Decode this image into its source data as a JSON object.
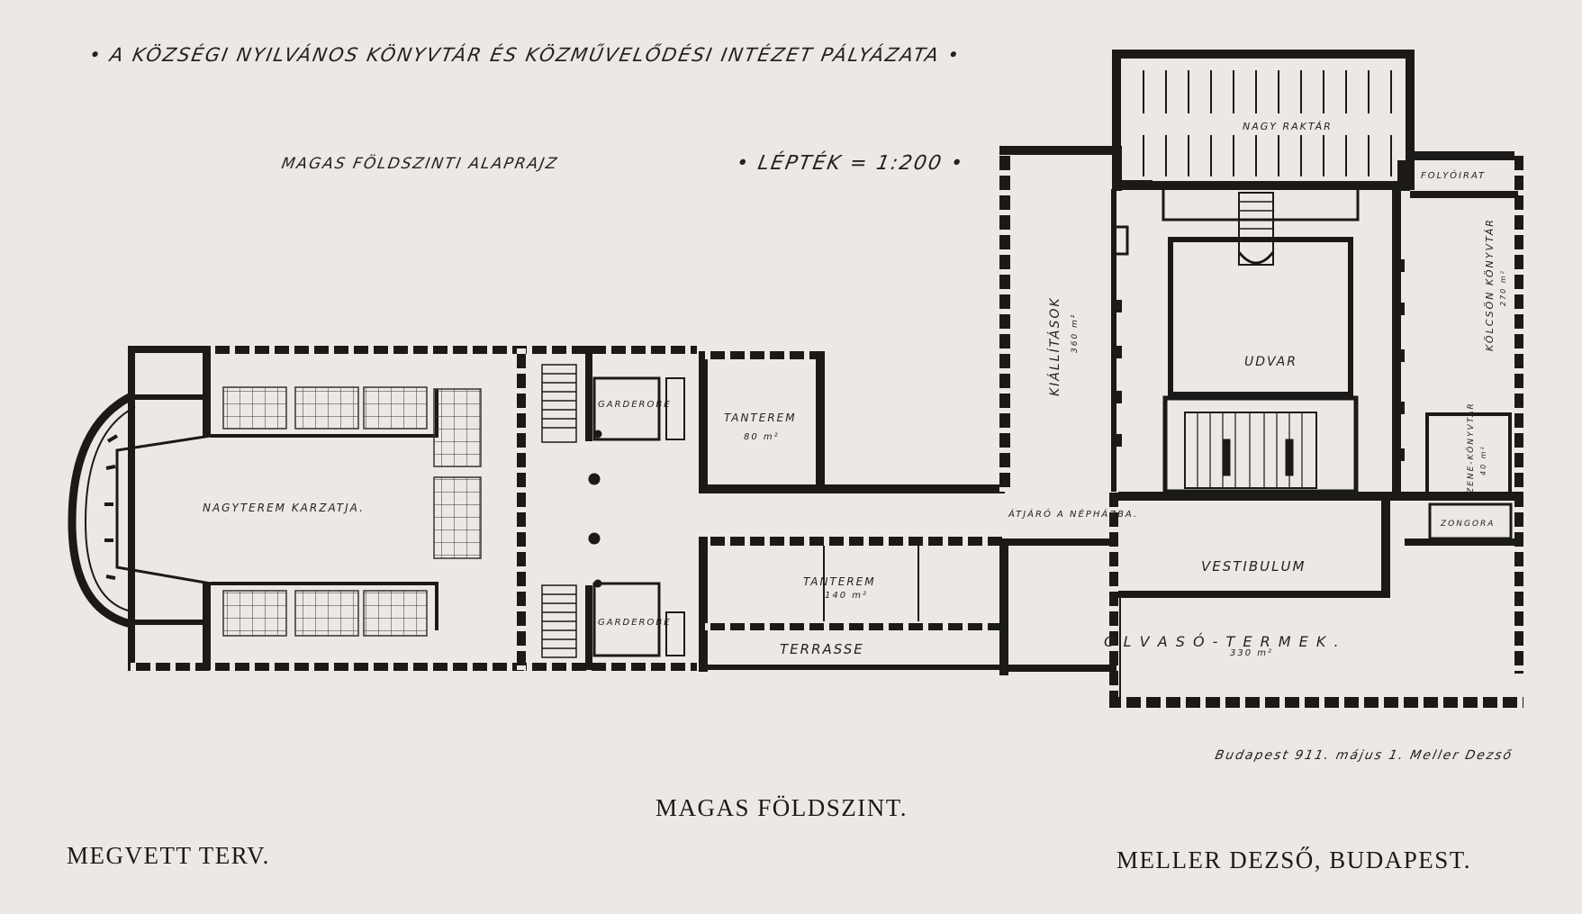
{
  "sheet": {
    "header_title": "• A KÖZSÉGI NYILVÁNOS KÖNYVTÁR ÉS KÖZMŰVELŐDÉSI INTÉZET PÁLYÁZATA •",
    "plan_title": "MAGAS FÖLDSZINTI ALAPRAJZ",
    "scale": "• LÉPTÉK = 1:200 •",
    "signature": "Budapest 911. május 1.    Meller Dezső"
  },
  "rooms": {
    "nagy_raktar": "NAGY RAKTÁR",
    "folyoirat": "FOLYÓIRAT",
    "nagyterem_karzata": "NAGYTEREM KARZATJA.",
    "garderobe_top": "GARDEROBE",
    "garderobe_bottom": "GARDEROBE",
    "tanterem_top": "TANTEREM",
    "tanterem_top_area": "80 m²",
    "tanterem_bottom": "TANTEREM",
    "tanterem_bottom_area": "140 m²",
    "terrasse": "TERRASSE",
    "atjaro": "ÁTJÁRÓ A NÉPHÁZBA.",
    "kiszabasok": "KIÁLLÍTÁSOK",
    "kiszabasok_area": "360 m²",
    "udvar": "UDVAR",
    "kolcson_konyvtar": "KÖLCSÖN KÖNYVTÁR",
    "kolcson_area": "270 m²",
    "zene_konyvtar": "ZENE-KÖNYVTÁR",
    "zene_area": "40 m²",
    "zongora": "ZONGORA",
    "vestibulum": "VESTIBULUM",
    "olvaso_termek": "O L V A S Ó - T E R M E K .",
    "olvaso_area": "330 m²"
  },
  "captions": {
    "center": "MAGAS FÖLDSZINT.",
    "left": "MEGVETT TERV.",
    "right": "MELLER DEZSŐ, BUDAPEST."
  }
}
